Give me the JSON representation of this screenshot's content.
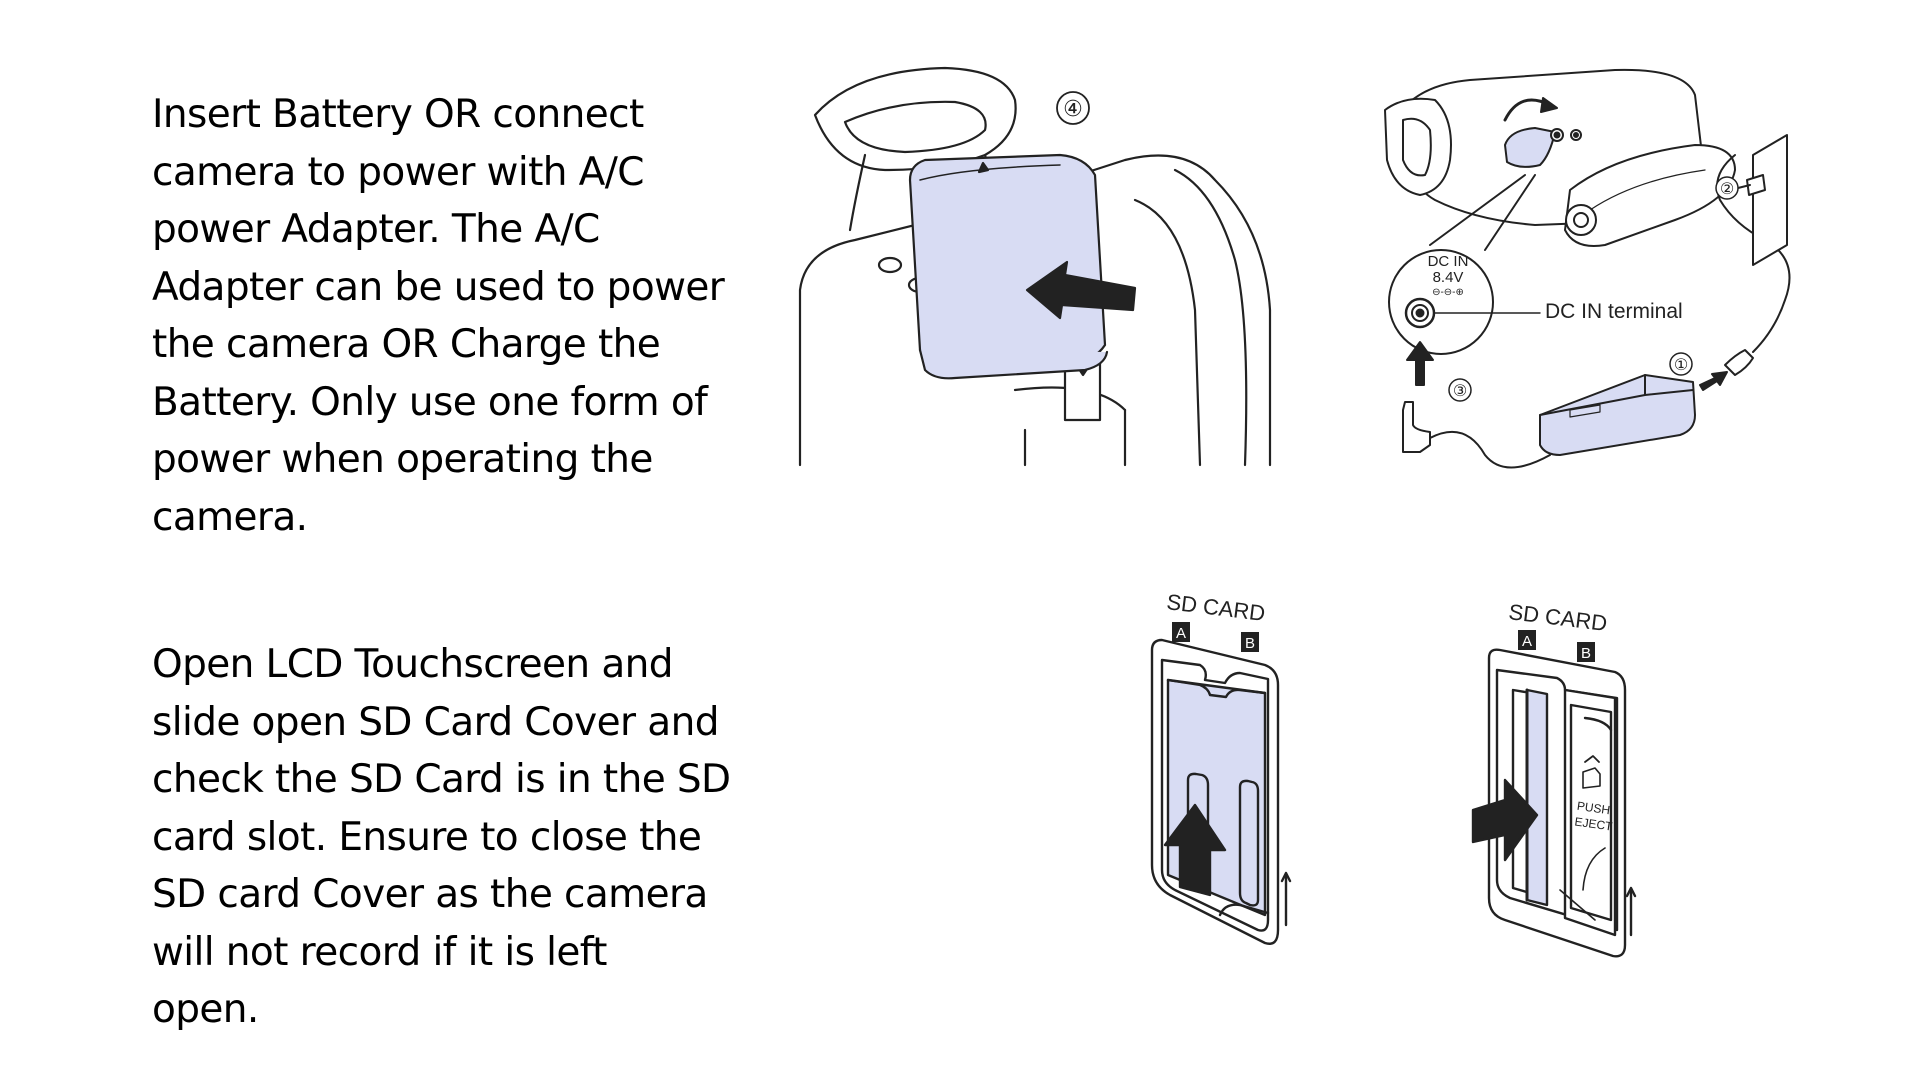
{
  "instructions": [
    {
      "lines": [
        "Insert Battery OR  connect",
        "camera to power with A/C",
        "power Adapter. The A/C",
        "Adapter can be used to power",
        "the camera OR Charge the",
        "Battery. Only use one form of",
        "power when operating the",
        "camera."
      ]
    },
    {
      "lines": [
        "Open LCD Touchscreen and",
        "slide open SD Card Cover and",
        "check the SD Card is in the SD",
        "card slot. Ensure to close the",
        "SD card Cover as the camera",
        "will not record if it is left",
        "open."
      ]
    }
  ],
  "figures": {
    "battery": {
      "step": "④"
    },
    "dc_in": {
      "step1": "①",
      "step2": "②",
      "step3": "③",
      "jack_label_1": "DC IN",
      "jack_label_2": "8.4V",
      "jack_polarity": "⊖-⊖-⊕",
      "terminal_label": "DC IN terminal"
    },
    "sd_left": {
      "title": "SD CARD",
      "slot_a": "A",
      "slot_b": "B"
    },
    "sd_right": {
      "title": "SD CARD",
      "slot_a": "A",
      "slot_b": "B",
      "push": "PUSH",
      "eject": "EJECT"
    }
  },
  "colors": {
    "fill": "#d8dcf3",
    "stroke": "#222222"
  }
}
